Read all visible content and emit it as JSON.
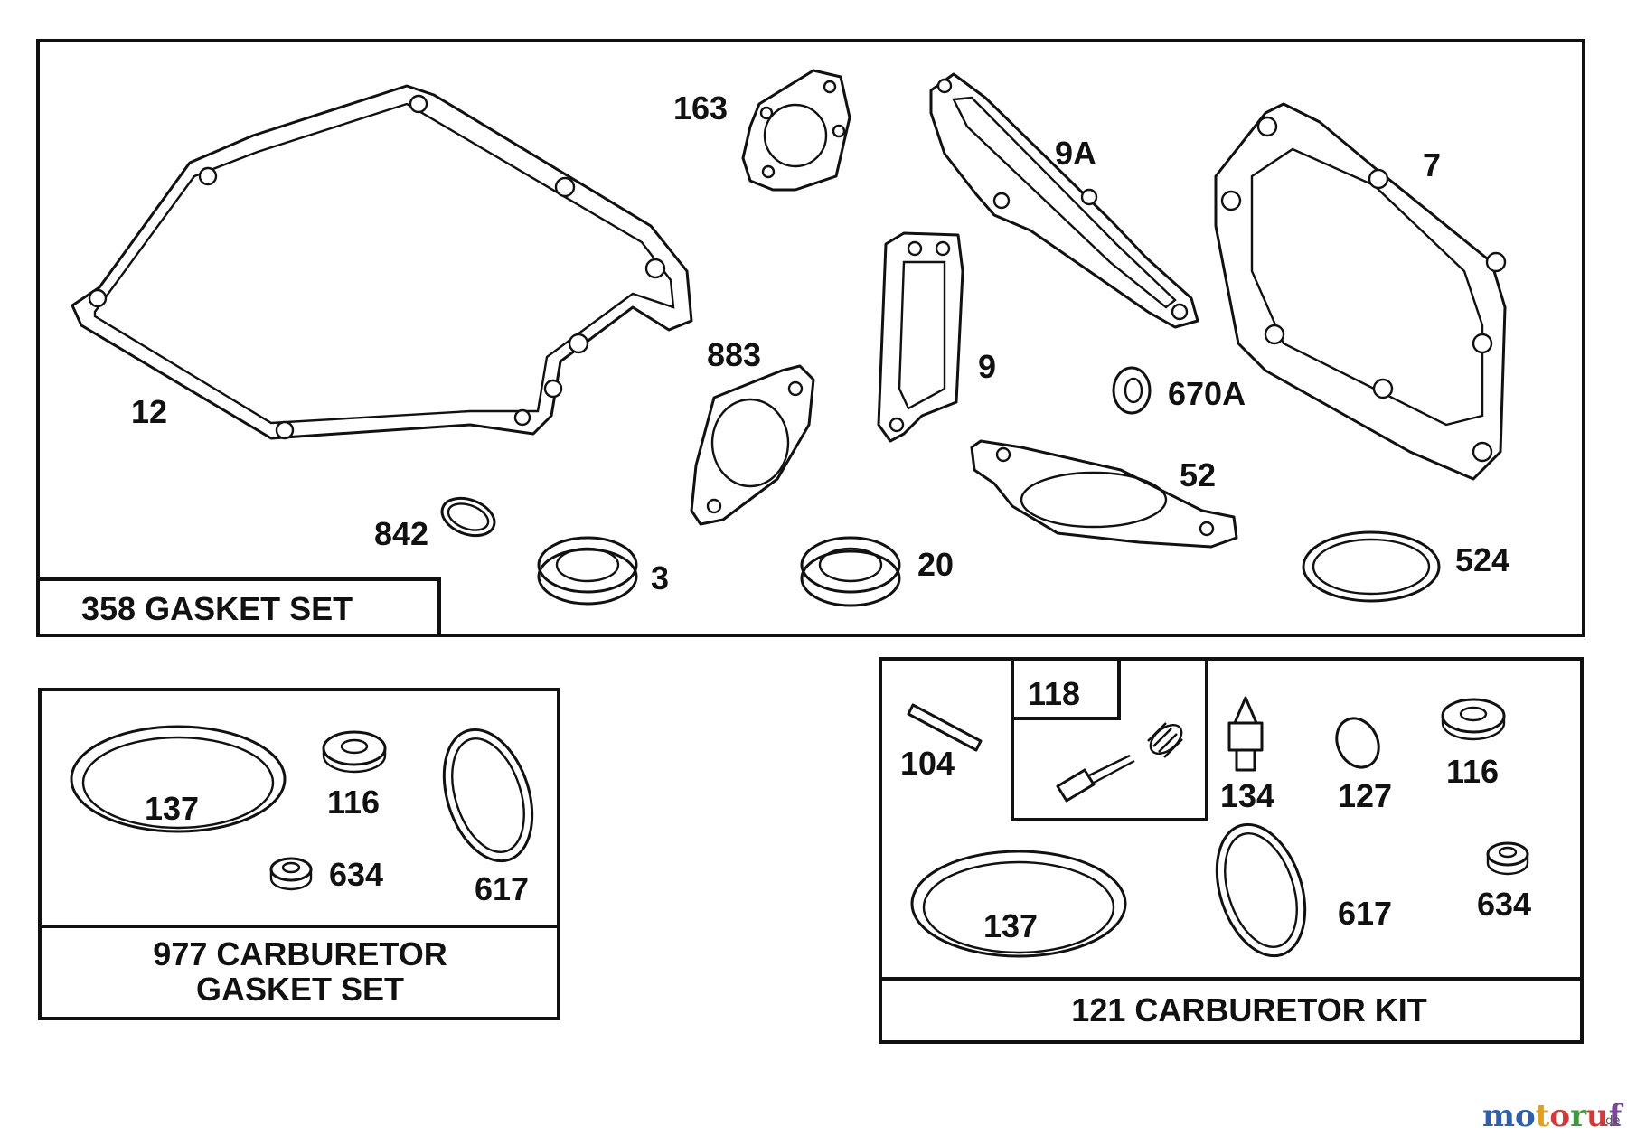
{
  "panels": {
    "gasket_set": {
      "title": "358 GASKET SET",
      "parts": [
        "163",
        "9A",
        "7",
        "12",
        "883",
        "9",
        "670A",
        "52",
        "842",
        "3",
        "20",
        "524"
      ]
    },
    "carb_gasket_set": {
      "title_line1": "977 CARBURETOR",
      "title_line2": "GASKET SET",
      "parts": [
        "137",
        "116",
        "634",
        "617"
      ]
    },
    "carb_kit": {
      "title": "121 CARBURETOR KIT",
      "inset_label": "118",
      "parts": [
        "104",
        "134",
        "127",
        "116",
        "137",
        "617",
        "634"
      ]
    }
  },
  "watermark": {
    "logo": "motoruf",
    "suffix": ".de",
    "letter_colors": [
      "#2f5fa8",
      "#2f5fa8",
      "#e0a020",
      "#d03a3a",
      "#3f9a3f",
      "#d03a3a",
      "#7a4a9a"
    ]
  }
}
